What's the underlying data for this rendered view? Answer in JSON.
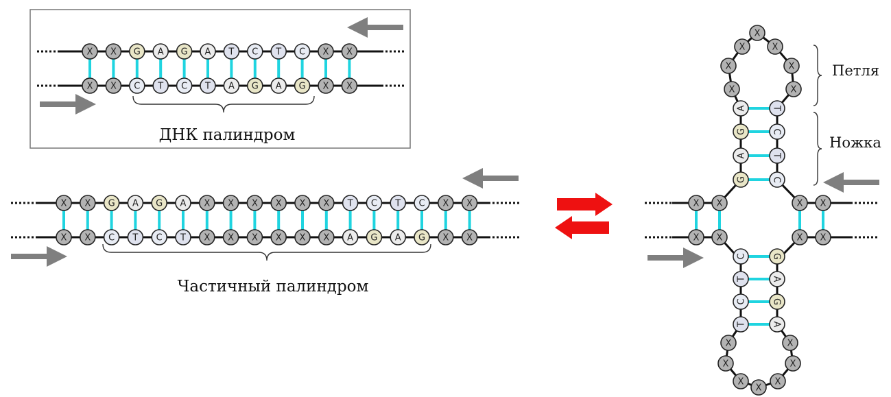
{
  "colors": {
    "x_fill": "#b3b3b3",
    "g_fill": "#e9e6c7",
    "a_fill": "#ececec",
    "t_fill": "#dfe2ee",
    "c_fill": "#e8ecf4",
    "bond": "#1fd4e0",
    "arrow": "#7f7f7f",
    "red_arrow": "#ee1111"
  },
  "inset": {
    "top": [
      "X",
      "X",
      "G",
      "A",
      "G",
      "A",
      "T",
      "C",
      "T",
      "C",
      "X",
      "X"
    ],
    "bottom": [
      "X",
      "X",
      "C",
      "T",
      "C",
      "T",
      "A",
      "G",
      "A",
      "G",
      "X",
      "X"
    ],
    "label": "ДНК палиндром"
  },
  "partial": {
    "top": [
      "X",
      "X",
      "G",
      "A",
      "G",
      "A",
      "X",
      "X",
      "X",
      "X",
      "X",
      "X",
      "T",
      "C",
      "T",
      "C",
      "X",
      "X"
    ],
    "bottom": [
      "X",
      "X",
      "C",
      "T",
      "C",
      "T",
      "X",
      "X",
      "X",
      "X",
      "X",
      "X",
      "A",
      "G",
      "A",
      "G",
      "X",
      "X"
    ],
    "label": "Частичный палиндром"
  },
  "cruciform": {
    "upper_left_stem": [
      "G",
      "A",
      "G",
      "A"
    ],
    "upper_right_stem": [
      "C",
      "T",
      "C",
      "T"
    ],
    "lower_left_stem": [
      "C",
      "T",
      "C",
      "T"
    ],
    "lower_right_stem": [
      "G",
      "A",
      "G",
      "A"
    ],
    "loop_label": "Петля",
    "stem_label": "Ножка"
  },
  "icons": {
    "equilibrium": "equilibrium-arrows-icon",
    "direction": "direction-arrow-icon"
  }
}
